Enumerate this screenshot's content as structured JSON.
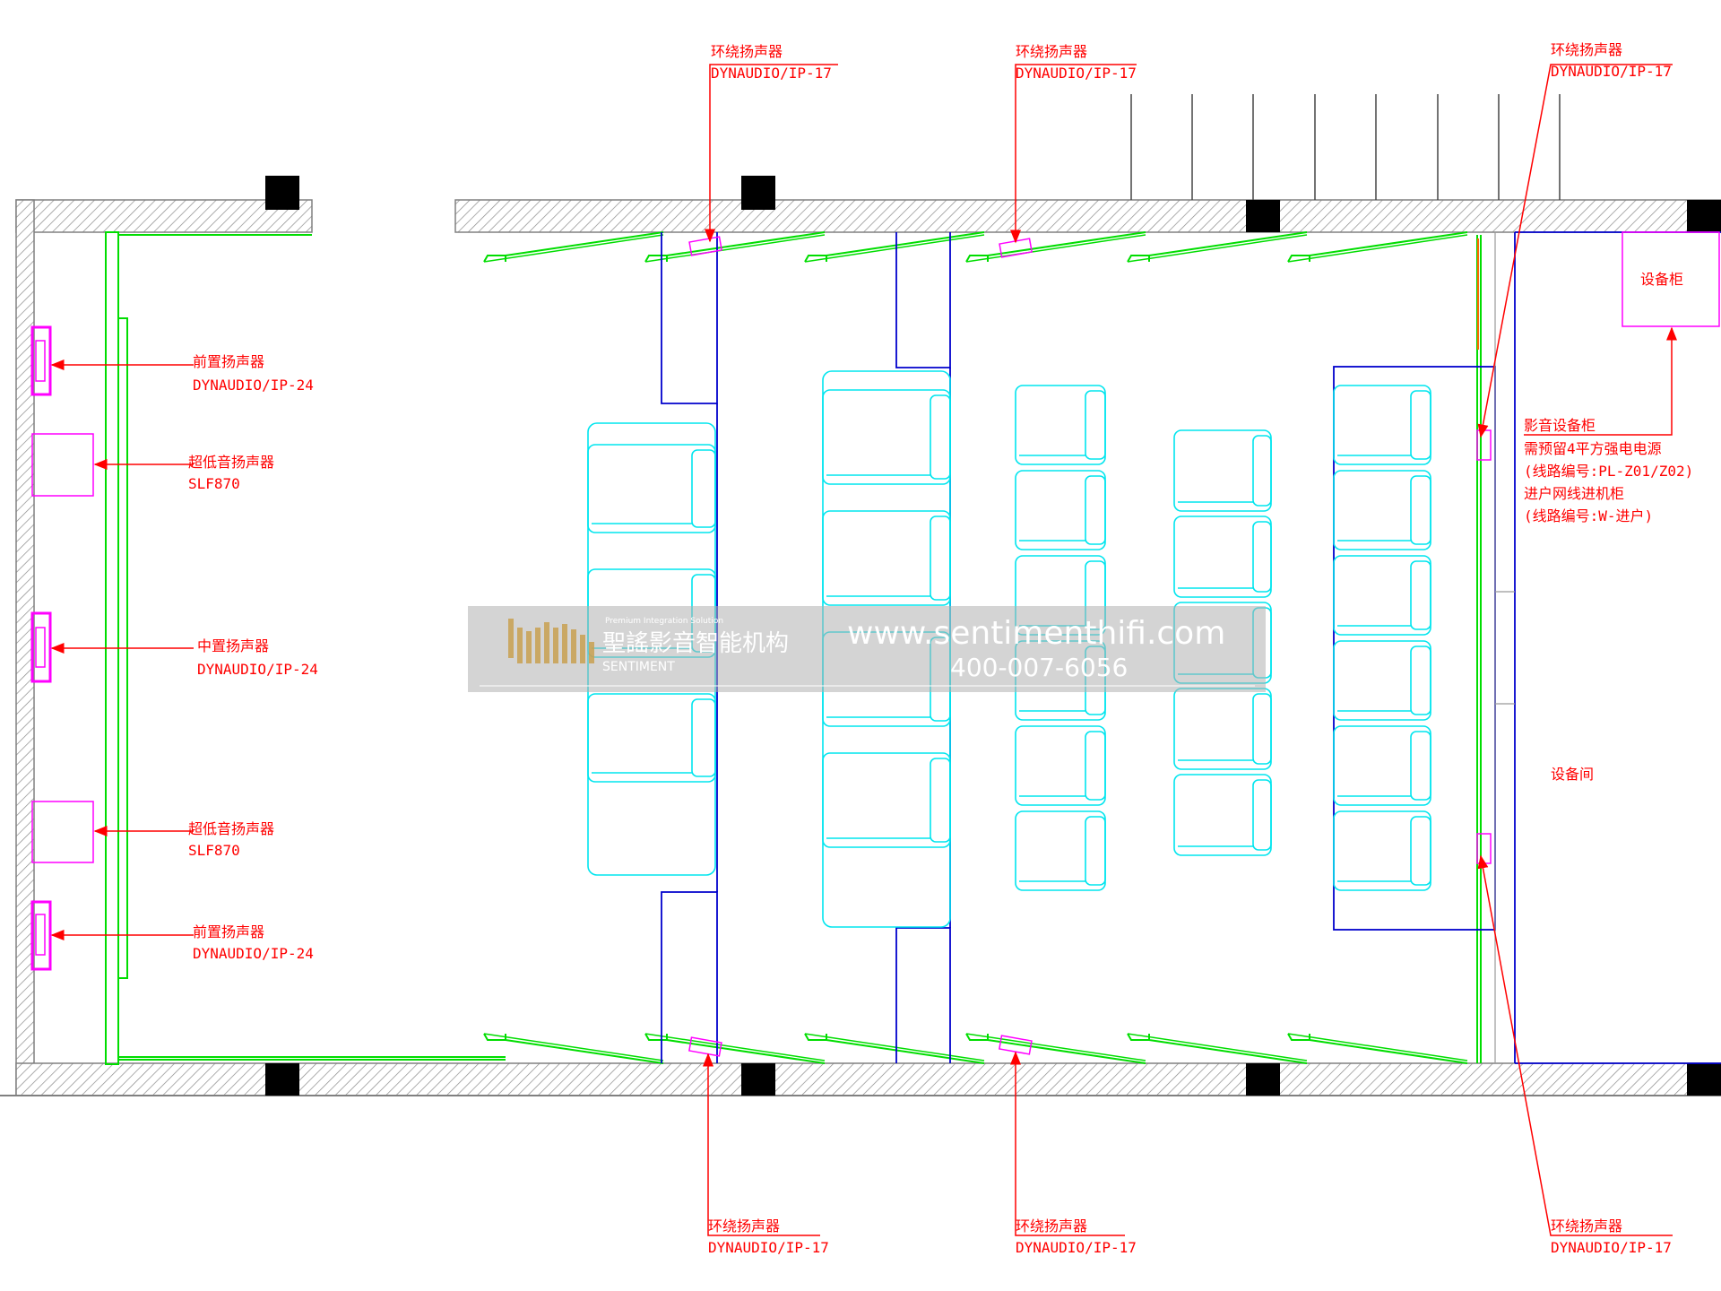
{
  "labels": {
    "surround_top_1": {
      "title": "环绕扬声器",
      "model": "DYNAUDIO/IP-17"
    },
    "surround_top_2": {
      "title": "环绕扬声器",
      "model": "DYNAUDIO/IP-17"
    },
    "surround_top_3": {
      "title": "环绕扬声器",
      "model": "DYNAUDIO/IP-17"
    },
    "surround_bot_1": {
      "title": "环绕扬声器",
      "model": "DYNAUDIO/IP-17"
    },
    "surround_bot_2": {
      "title": "环绕扬声器",
      "model": "DYNAUDIO/IP-17"
    },
    "surround_bot_3": {
      "title": "环绕扬声器",
      "model": "DYNAUDIO/IP-17"
    },
    "front_top": {
      "title": "前置扬声器",
      "model": "DYNAUDIO/IP-24"
    },
    "sub_top": {
      "title": "超低音扬声器",
      "model": "SLF870"
    },
    "center": {
      "title": "中置扬声器",
      "model": "DYNAUDIO/IP-24"
    },
    "sub_bot": {
      "title": "超低音扬声器",
      "model": "SLF870"
    },
    "front_bot": {
      "title": "前置扬声器",
      "model": "DYNAUDIO/IP-24"
    },
    "equipment_cabinet": "设备柜",
    "equipment_room": "设备间",
    "av_cabinet_note": [
      "影音设备柜",
      "需预留4平方强电电源",
      "(线路编号:PL-Z01/Z02)",
      "进户网线进机柜",
      "(线路编号:W-进户)"
    ]
  },
  "watermark": {
    "brand_cn": "聖謠影音智能机构",
    "brand_en": "SENTIMENT",
    "tagline": "Premium Integration Solution",
    "url": "www.sentimenthifi.com",
    "phone": "400-007-6056"
  },
  "colors": {
    "wall": "#808080",
    "green": "#00dd00",
    "blue": "#0000cc",
    "cyan": "#00e5ee",
    "magenta": "#ff00ff",
    "red": "#ff0000",
    "orange": "#ff6600"
  }
}
